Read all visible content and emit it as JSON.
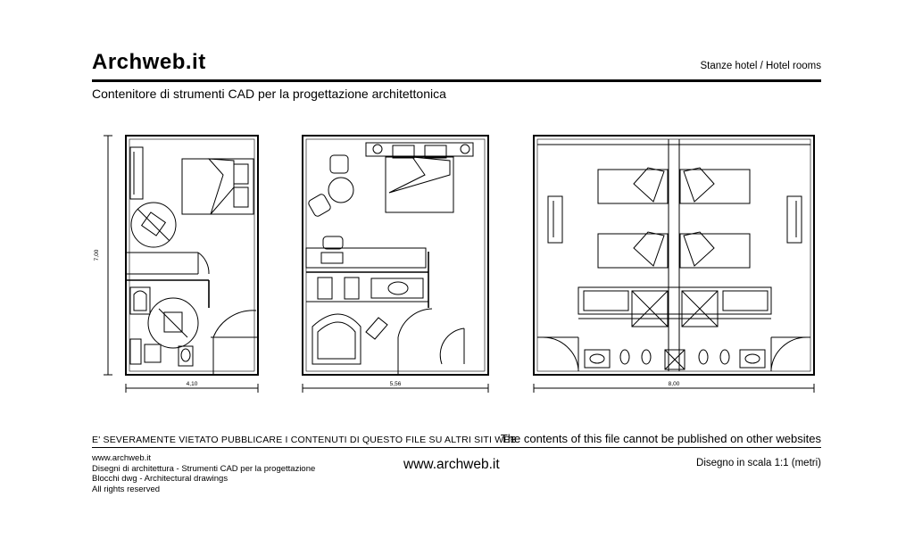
{
  "header": {
    "brand": "Archweb.it",
    "category": "Stanze hotel  /  Hotel rooms",
    "subtitle": "Contenitore di strumenti CAD per la progettazione architettonica"
  },
  "drawing": {
    "dim_height": "7,00",
    "dim_room1_width": "4,10",
    "dim_room2_width": "5,56",
    "dim_room3_width": "8,00"
  },
  "footer": {
    "notice_it": "E' SEVERAMENTE VIETATO PUBBLICARE I CONTENUTI DI QUESTO FILE SU ALTRI SITI WEB",
    "notice_en": "The contents of this file cannot be published on other websites",
    "credits": [
      "www.archweb.it",
      "Disegni di architettura - Strumenti CAD  per la progettazione",
      "Blocchi dwg - Architectural drawings",
      "All rights reserved"
    ],
    "site": "www.archweb.it",
    "scale": "Disegno in scala 1:1 (metri)"
  }
}
